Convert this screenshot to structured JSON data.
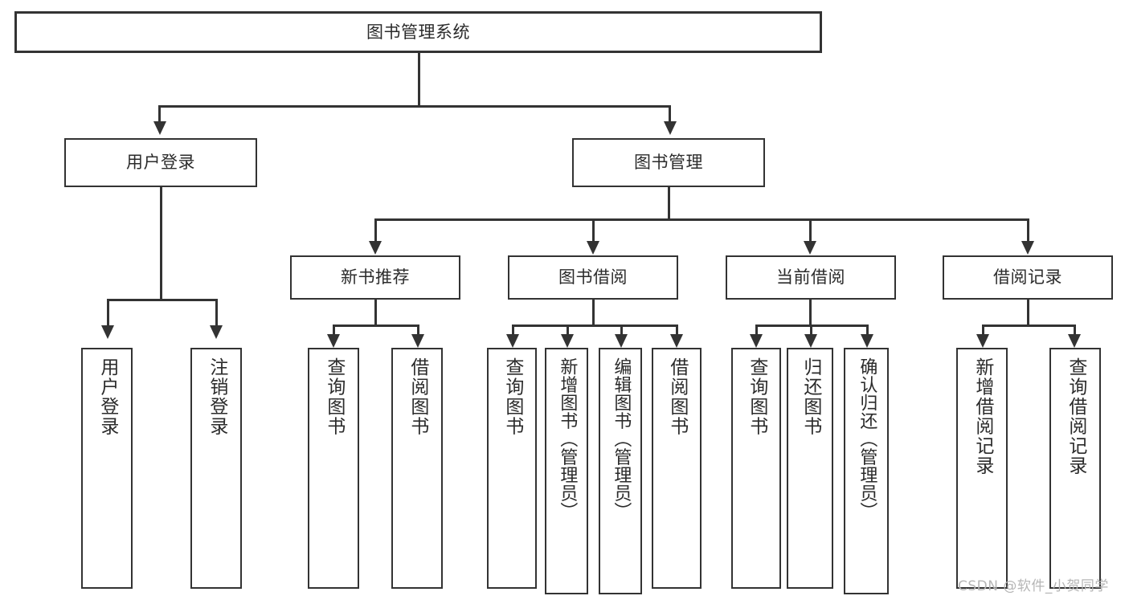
{
  "diagram": {
    "type": "tree",
    "title": "图书管理系统",
    "watermark": "CSDN @软件_小贺同学",
    "colors": {
      "stroke": "#333333",
      "text": "#2b2b2b",
      "background": "#ffffff",
      "watermark": "#b6b6b6"
    },
    "root": {
      "label": "图书管理系统"
    },
    "level1": [
      {
        "label": "用户登录"
      },
      {
        "label": "图书管理"
      }
    ],
    "level2": [
      {
        "label": "新书推荐"
      },
      {
        "label": "图书借阅"
      },
      {
        "label": "当前借阅"
      },
      {
        "label": "借阅记录"
      }
    ],
    "leaves": {
      "user_login": [
        {
          "label": "用户登录"
        },
        {
          "label": "注销登录"
        }
      ],
      "new_book_recommend": [
        {
          "label": "查询图书"
        },
        {
          "label": "借阅图书"
        }
      ],
      "book_borrow": [
        {
          "label": "查询图书"
        },
        {
          "label": "新增图书（管理员）"
        },
        {
          "label": "编辑图书（管理员）"
        },
        {
          "label": "借阅图书"
        }
      ],
      "current_borrow": [
        {
          "label": "查询图书"
        },
        {
          "label": "归还图书"
        },
        {
          "label": "确认归还（管理员）"
        }
      ],
      "borrow_record": [
        {
          "label": "新增借阅记录"
        },
        {
          "label": "查询借阅记录"
        }
      ]
    }
  }
}
